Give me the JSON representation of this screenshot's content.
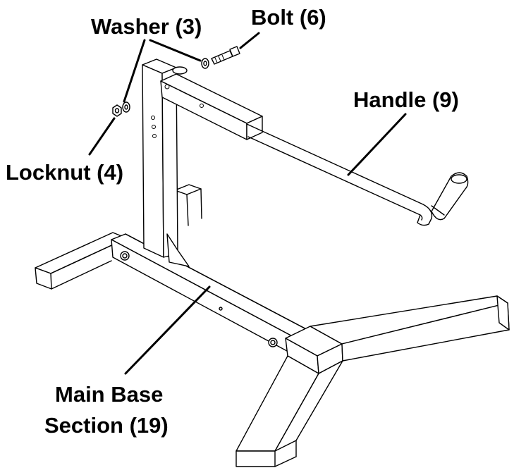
{
  "diagram": {
    "labels": {
      "washer": "Washer (3)",
      "bolt": "Bolt (6)",
      "handle": "Handle (9)",
      "locknut": "Locknut (4)",
      "main_base_line1": "Main Base",
      "main_base_line2": "Section (19)"
    },
    "colors": {
      "line": "#000000",
      "background": "#ffffff"
    }
  }
}
